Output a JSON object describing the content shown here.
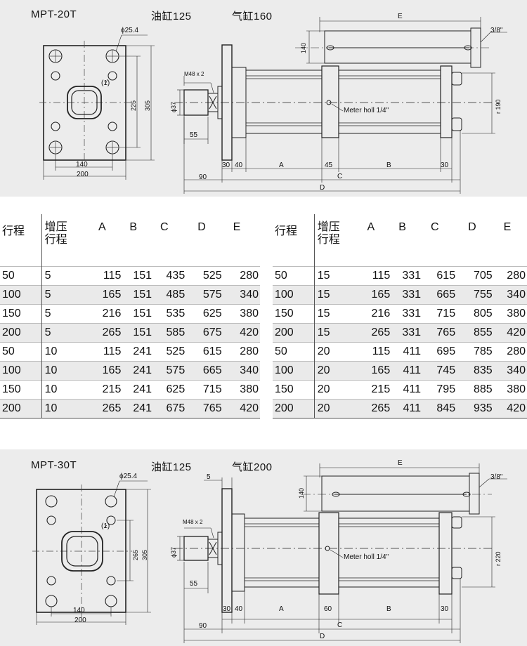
{
  "drawings": [
    {
      "model": "MPT-20T",
      "oil_cyl": "油缸125",
      "air_cyl": "气缸160",
      "dims": {
        "hole": "ϕ25.4",
        "callout": "(1)",
        "plate_w_inner": "140",
        "plate_w": "200",
        "plate_h_inner": "225",
        "plate_h": "305",
        "height_140": "140",
        "thread": "M48 x 2",
        "bore": "ϕ37",
        "stub": "55",
        "d90": "90",
        "d30a": "30",
        "d40": "40",
        "dA": "A",
        "d45": "45",
        "dB": "B",
        "d30b": "30",
        "dC": "C",
        "dD": "D",
        "dE": "E",
        "port": "3/8\"",
        "meter": "Meter holl 1/4\"",
        "body_h": "r 190"
      }
    },
    {
      "model": "MPT-30T",
      "oil_cyl": "油缸125",
      "air_cyl": "气缸200",
      "dims": {
        "hole": "ϕ25.4",
        "callout": "(1)",
        "plate_w_inner": "140",
        "plate_w": "200",
        "plate_h_inner": "265",
        "plate_h": "305",
        "height_140": "140",
        "thread": "M48 x 2",
        "bore": "ϕ37",
        "stub": "55",
        "five": "5",
        "d90": "90",
        "d30a": "30",
        "d40": "40",
        "dA": "A",
        "d60": "60",
        "dB": "B",
        "d30b": "30",
        "dC": "C",
        "dD": "D",
        "dE": "E",
        "port": "3/8\"",
        "meter": "Meter holl 1/4\"",
        "body_h": "r 220"
      }
    }
  ],
  "tables": [
    {
      "headers": {
        "stroke": "行程",
        "boost_1": "增压",
        "boost_2": "行程",
        "a": "A",
        "b": "B",
        "c": "C",
        "d": "D",
        "e": "E"
      },
      "rows": [
        [
          "50",
          "5",
          "115",
          "151",
          "435",
          "525",
          "280"
        ],
        [
          "100",
          "5",
          "165",
          "151",
          "485",
          "575",
          "340"
        ],
        [
          "150",
          "5",
          "216",
          "151",
          "535",
          "625",
          "380"
        ],
        [
          "200",
          "5",
          "265",
          "151",
          "585",
          "675",
          "420"
        ],
        [
          "50",
          "10",
          "115",
          "241",
          "525",
          "615",
          "280"
        ],
        [
          "100",
          "10",
          "165",
          "241",
          "575",
          "665",
          "340"
        ],
        [
          "150",
          "10",
          "215",
          "241",
          "625",
          "715",
          "380"
        ],
        [
          "200",
          "10",
          "265",
          "241",
          "675",
          "765",
          "420"
        ]
      ]
    },
    {
      "headers": {
        "stroke": "行程",
        "boost_1": "增压",
        "boost_2": "行程",
        "a": "A",
        "b": "B",
        "c": "C",
        "d": "D",
        "e": "E"
      },
      "rows": [
        [
          "50",
          "15",
          "115",
          "331",
          "615",
          "705",
          "280"
        ],
        [
          "100",
          "15",
          "165",
          "331",
          "665",
          "755",
          "340"
        ],
        [
          "150",
          "15",
          "216",
          "331",
          "715",
          "805",
          "380"
        ],
        [
          "200",
          "15",
          "265",
          "331",
          "765",
          "855",
          "420"
        ],
        [
          "50",
          "20",
          "115",
          "411",
          "695",
          "785",
          "280"
        ],
        [
          "100",
          "20",
          "165",
          "411",
          "745",
          "835",
          "340"
        ],
        [
          "150",
          "20",
          "215",
          "411",
          "795",
          "885",
          "380"
        ],
        [
          "200",
          "20",
          "265",
          "411",
          "845",
          "935",
          "420"
        ]
      ]
    }
  ]
}
